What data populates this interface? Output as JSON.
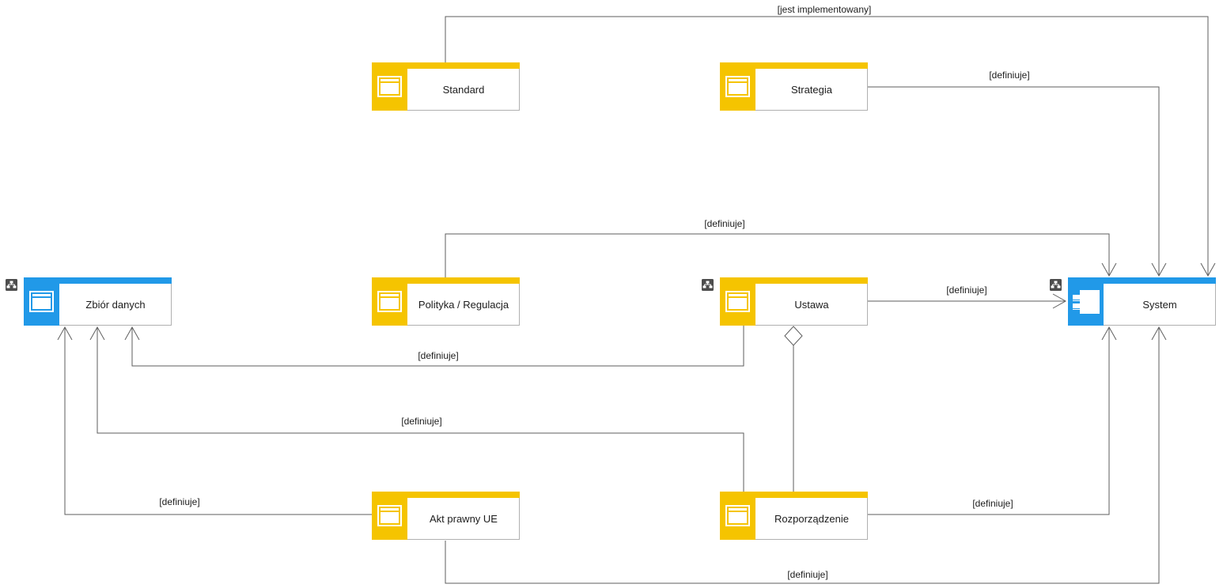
{
  "diagram_title": "",
  "colors": {
    "yellow": "#F5C400",
    "blue": "#2199E8",
    "line": "#5E5E5E",
    "border": "#B0B0B0",
    "badge": "#4D4D4D",
    "text": "#1C1C1C"
  },
  "nodes": [
    {
      "label": "Standard",
      "category": "yellow",
      "icon": "window-icon",
      "composite": false
    },
    {
      "label": "Strategia",
      "category": "yellow",
      "icon": "window-icon",
      "composite": false
    },
    {
      "label": "Zbiór danych",
      "category": "blue",
      "icon": "window-icon",
      "composite": true
    },
    {
      "label": "Polityka / Regulacja",
      "category": "yellow",
      "icon": "window-icon",
      "composite": false
    },
    {
      "label": "Ustawa",
      "category": "yellow",
      "icon": "window-icon",
      "composite": true
    },
    {
      "label": "System",
      "category": "blue",
      "icon": "component-icon",
      "composite": true
    },
    {
      "label": "Akt prawny UE",
      "category": "yellow",
      "icon": "window-icon",
      "composite": false
    },
    {
      "label": "Rozporządzenie",
      "category": "yellow",
      "icon": "window-icon",
      "composite": false
    }
  ],
  "relationships": [
    {
      "label": "[jest implementowany]",
      "source": "Standard",
      "target": "System",
      "type": "open-arrow"
    },
    {
      "label": "[definiuje]",
      "source": "Strategia",
      "target": "System",
      "type": "open-arrow"
    },
    {
      "label": "[definiuje]",
      "source": "Polityka / Regulacja",
      "target": "System",
      "type": "open-arrow"
    },
    {
      "label": "[definiuje]",
      "source": "Ustawa",
      "target": "System",
      "type": "open-arrow"
    },
    {
      "label": "[definiuje]",
      "source": "Ustawa",
      "target": "Zbiór danych",
      "type": "open-arrow"
    },
    {
      "label": "[definiuje]",
      "source": "Rozporządzenie",
      "target": "Zbiór danych",
      "type": "open-arrow"
    },
    {
      "label": "[definiuje]",
      "source": "Akt prawny UE",
      "target": "Zbiór danych",
      "type": "open-arrow"
    },
    {
      "label": "[definiuje]",
      "source": "Rozporządzenie",
      "target": "System",
      "type": "open-arrow"
    },
    {
      "label": "[definiuje]",
      "source": "Akt prawny UE",
      "target": "System",
      "type": "open-arrow"
    },
    {
      "label": "",
      "source": "Ustawa",
      "target": "Rozporządzenie",
      "type": "aggregation-diamond"
    }
  ]
}
